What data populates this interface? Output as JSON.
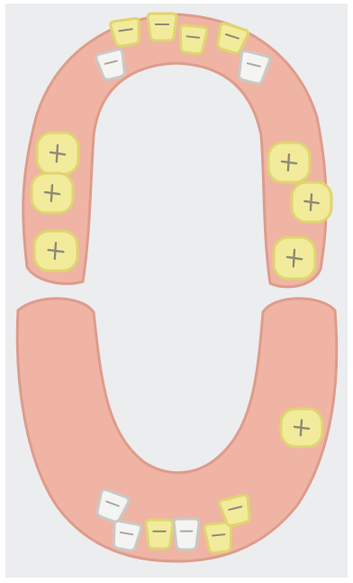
{
  "colors": {
    "background": "#ecedef",
    "frame": "#ffffff",
    "gum": "#efb4a4",
    "gum_edge": "#de9c8c",
    "gum_shadow": "#e7a796",
    "tooth_yellow": "#f1eb9b",
    "tooth_yellow_edge": "#e0d470",
    "tooth_white": "#f4f4f2",
    "tooth_white_edge": "#c9c9c6",
    "groove": "#8e8a78"
  },
  "arches": [
    {
      "name": "upper-arch",
      "teeth": [
        {
          "name": "upper-incisor-1",
          "type": "incisor",
          "color": "yellow"
        },
        {
          "name": "upper-incisor-2",
          "type": "incisor",
          "color": "yellow"
        },
        {
          "name": "upper-incisor-3",
          "type": "incisor",
          "color": "yellow"
        },
        {
          "name": "upper-incisor-4",
          "type": "incisor",
          "color": "yellow"
        },
        {
          "name": "upper-canine-left",
          "type": "canine",
          "color": "white"
        },
        {
          "name": "upper-canine-right",
          "type": "canine",
          "color": "white"
        },
        {
          "name": "upper-molar-left-1",
          "type": "molar",
          "color": "yellow"
        },
        {
          "name": "upper-molar-left-2",
          "type": "molar",
          "color": "yellow"
        },
        {
          "name": "upper-molar-left-3",
          "type": "molar",
          "color": "yellow"
        },
        {
          "name": "upper-molar-right-1",
          "type": "molar",
          "color": "yellow"
        },
        {
          "name": "upper-molar-right-2",
          "type": "molar",
          "color": "yellow"
        },
        {
          "name": "upper-molar-right-3",
          "type": "molar",
          "color": "yellow"
        }
      ]
    },
    {
      "name": "lower-arch",
      "teeth": [
        {
          "name": "lower-canine-left",
          "type": "canine",
          "color": "white"
        },
        {
          "name": "lower-incisor-1",
          "type": "incisor",
          "color": "white"
        },
        {
          "name": "lower-incisor-2",
          "type": "incisor",
          "color": "yellow"
        },
        {
          "name": "lower-incisor-3",
          "type": "incisor",
          "color": "white"
        },
        {
          "name": "lower-incisor-4",
          "type": "incisor",
          "color": "yellow"
        },
        {
          "name": "lower-canine-right",
          "type": "canine",
          "color": "yellow"
        },
        {
          "name": "lower-molar-right-1",
          "type": "molar",
          "color": "yellow"
        }
      ]
    }
  ]
}
